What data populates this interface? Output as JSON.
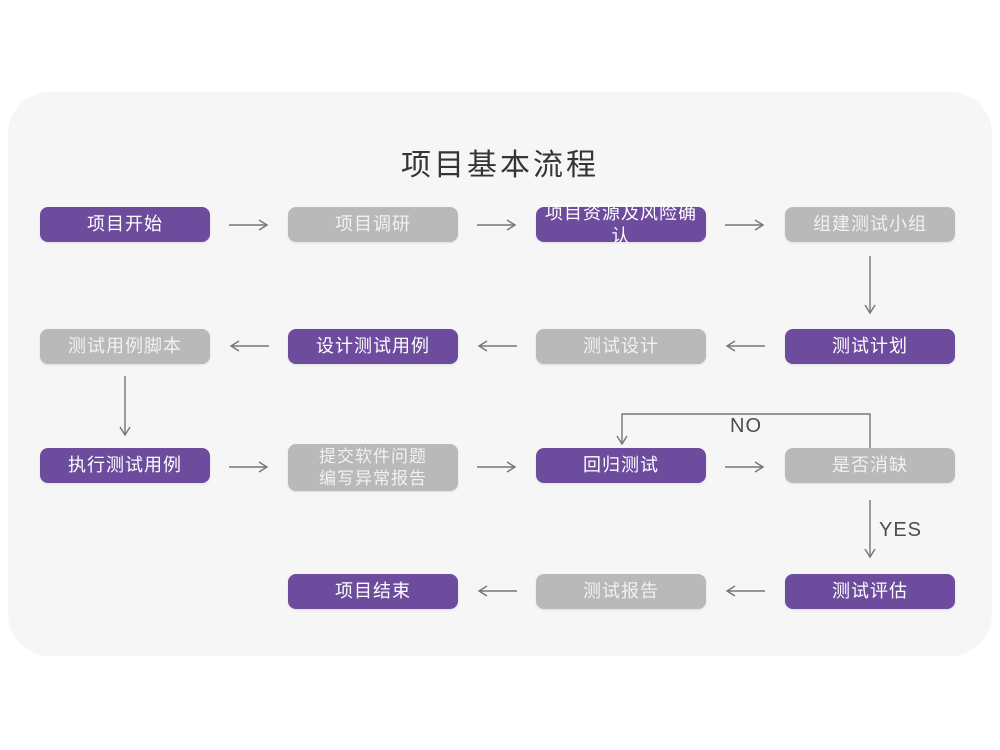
{
  "title": "项目基本流程",
  "colors": {
    "node_active": "#6d4b9d",
    "node_inactive": "#b9b9b9",
    "card_background": "#f6f6f7",
    "arrow": "#767676"
  },
  "flow": {
    "nodes": [
      {
        "id": "project-start",
        "label": "项目开始",
        "variant": "purple"
      },
      {
        "id": "project-research",
        "label": "项目调研",
        "variant": "gray"
      },
      {
        "id": "resources-risk",
        "label": "项目资源及风险确认",
        "variant": "purple"
      },
      {
        "id": "build-test-team",
        "label": "组建测试小组",
        "variant": "gray"
      },
      {
        "id": "test-plan",
        "label": "测试计划",
        "variant": "purple"
      },
      {
        "id": "test-design",
        "label": "测试设计",
        "variant": "gray"
      },
      {
        "id": "design-test-cases",
        "label": "设计测试用例",
        "variant": "purple"
      },
      {
        "id": "test-case-scripts",
        "label": "测试用例脚本",
        "variant": "gray"
      },
      {
        "id": "execute-test-cases",
        "label": "执行测试用例",
        "variant": "purple"
      },
      {
        "id": "submit-issues",
        "label": "提交软件问题\n编写异常报告",
        "variant": "gray"
      },
      {
        "id": "regression-test",
        "label": "回归测试",
        "variant": "purple"
      },
      {
        "id": "defect-cleared",
        "label": "是否消缺",
        "variant": "gray"
      },
      {
        "id": "test-evaluation",
        "label": "测试评估",
        "variant": "purple"
      },
      {
        "id": "test-report",
        "label": "测试报告",
        "variant": "gray"
      },
      {
        "id": "project-end",
        "label": "项目结束",
        "variant": "purple"
      }
    ],
    "branch_labels": {
      "no": "NO",
      "yes": "YES"
    }
  }
}
